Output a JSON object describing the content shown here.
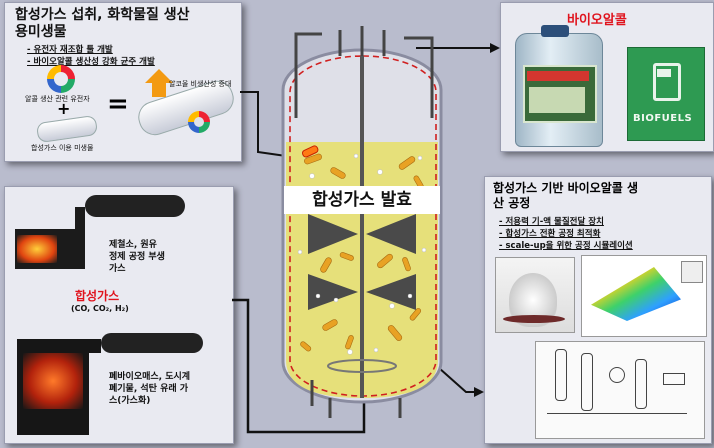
{
  "top_left": {
    "title_line1": "합성가스 섭취, 화학물질 생산",
    "title_line2": "용미생물",
    "bullets": [
      "- 유전자 재조합 툴 개발",
      "- 바이오알콜 생산성 강화 균주 개발"
    ],
    "gene_label": "알콜 생산 관련 유전자",
    "microbe_label": "합성가스 이용 미생물",
    "result_label": "알코올 비생산성 증대",
    "plus": "+",
    "equals": "="
  },
  "top_right": {
    "title": "바이오알콜",
    "badge_text": "BIOFUELS"
  },
  "bottom_left": {
    "steel_text_line1": "제철소, 원유",
    "steel_text_line2": "정제 공정 부생",
    "steel_text_line3": "가스",
    "syngas_title": "합성가스",
    "syngas_formula": "(CO, CO₂, H₂)",
    "waste_text_line1": "폐바이오매스, 도시계",
    "waste_text_line2": "폐기물, 석탄 유래 가",
    "waste_text_line3": "스(가스화)"
  },
  "center": {
    "reactor_label": "합성가스 발효"
  },
  "bottom_right": {
    "title_line1": "합성가스 기반 바이오알콜 생",
    "title_line2": "산 공정",
    "bullets": [
      "- 저용력 기-액 물질전달 장치",
      "- 합성가스 전환 공정 최적화",
      "- scale-up을 위한 공정 시뮬레이션"
    ]
  },
  "colors": {
    "background": "#b9bccd",
    "panel": "#e9eaf1",
    "accent_red": "#e0141e",
    "broth": "#e6e07a",
    "microbe": "#e8a224"
  }
}
